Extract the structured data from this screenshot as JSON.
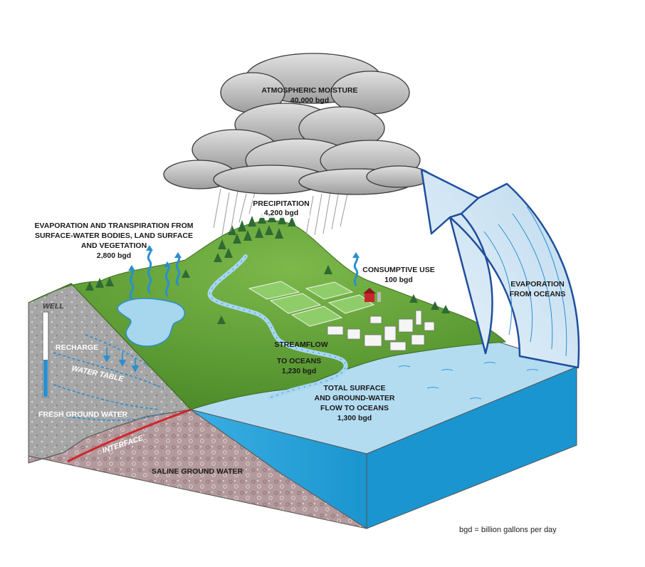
{
  "labels": {
    "atmospheric_moisture": {
      "line1": "ATMOSPHERIC MOISTURE",
      "line2": "40,000 bgd"
    },
    "precipitation": {
      "line1": "PRECIPITATION",
      "line2": "4,200 bgd"
    },
    "evapotranspiration": {
      "line1": "EVAPORATION AND TRANSPIRATION FROM",
      "line2": "SURFACE-WATER BODIES, LAND SURFACE",
      "line3": "AND VEGETATION",
      "line4": "2,800 bgd"
    },
    "consumptive_use": {
      "line1": "CONSUMPTIVE USE",
      "line2": "100 bgd"
    },
    "evaporation_oceans": {
      "line1": "EVAPORATION",
      "line2": "FROM OCEANS"
    },
    "streamflow": {
      "line1": "STREAMFLOW",
      "line2": "TO OCEANS",
      "line3": "1,230 bgd"
    },
    "total_flow": {
      "line1": "TOTAL SURFACE",
      "line2": "AND GROUND-WATER",
      "line3": "FLOW TO OCEANS",
      "line4": "1,300 bgd"
    },
    "well": "WELL",
    "recharge": "RECHARGE",
    "water_table": "WATER TABLE",
    "fresh_ground_water": "FRESH GROUND WATER",
    "interface": "INTERFACE",
    "saline_ground_water": "SALINE GROUND WATER"
  },
  "legend": "bgd = billion gallons per day",
  "colors": {
    "land": "#6aa73a",
    "land_dark": "#4f8a2a",
    "ocean_top": "#a9d6ee",
    "ocean_side": "#1f9fd8",
    "fresh_ground": "#a8a8a8",
    "saline_ground": "#b99a9a",
    "interface": "#d2232a",
    "arrow_outline": "#1f4e9c",
    "vapor": "#2a8fd0",
    "cloud": "#c8c8c8"
  }
}
